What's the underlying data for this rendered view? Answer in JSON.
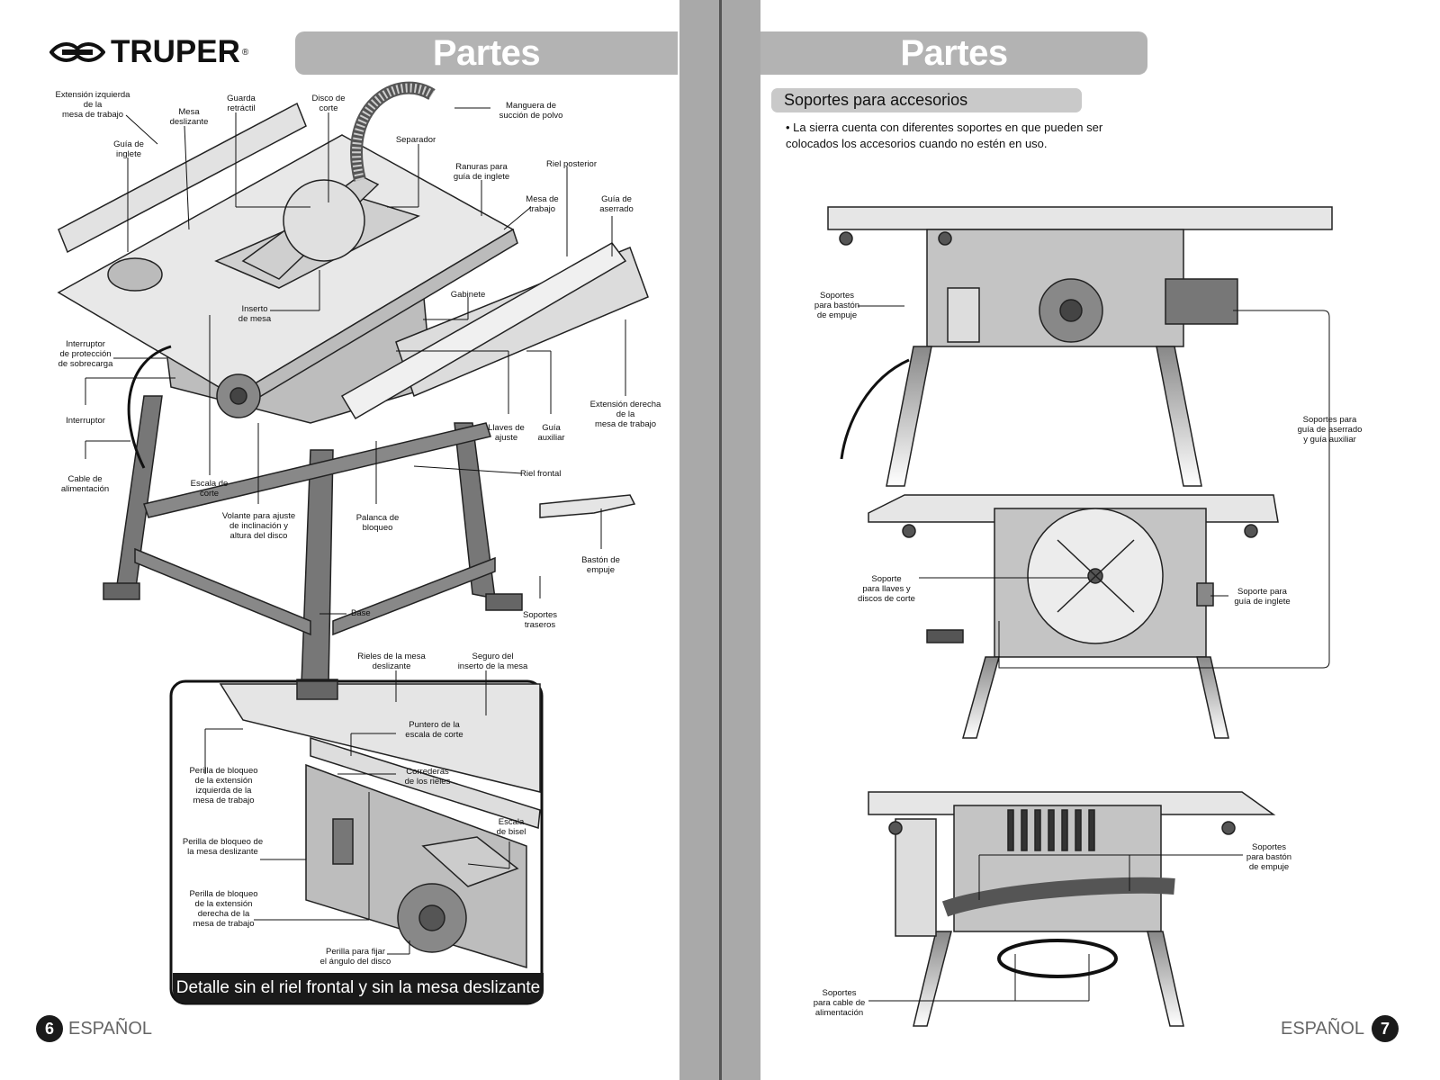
{
  "brand": {
    "name": "TRUPER",
    "reg": "®"
  },
  "left_page": {
    "title": "Partes",
    "labels": {
      "ext_izq": "Extensión izquierda\nde la\nmesa de trabajo",
      "mesa_desl": "Mesa\ndeslizante",
      "guarda": "Guarda\nretráctil",
      "disco": "Disco de\ncorte",
      "manguera": "Manguera de\nsucción de polvo",
      "guia_inglete": "Guía de\ninglete",
      "separador": "Separador",
      "ranuras": "Ranuras para\nguía de inglete",
      "riel_post": "Riel posterior",
      "mesa_trabajo": "Mesa de\ntrabajo",
      "guia_aserrado": "Guía de\naserrado",
      "inserto": "Inserto\nde mesa",
      "gabinete": "Gabinete",
      "interruptor_prot": "Interruptor\nde protección\nde sobrecarga",
      "interruptor": "Interruptor",
      "ext_der": "Extensión derecha\nde la\nmesa de trabajo",
      "llaves": "Llaves de\najuste",
      "guia_aux": "Guía\nauxiliar",
      "cable": "Cable de\nalimentación",
      "escala_corte": "Escala de\ncorte",
      "riel_frontal": "Riel frontal",
      "volante": "Volante para ajuste\nde inclinación y\naltura del disco",
      "palanca": "Palanca de\nbloqueo",
      "baston": "Bastón de\nempuje",
      "soportes_tras": "Soportes\ntraseros",
      "base": "Base",
      "rieles_mesa": "Rieles de la mesa\ndeslizante",
      "seguro_inserto": "Seguro del\ninserto de la mesa",
      "puntero": "Puntero de la\nescala de corte",
      "perilla_ext_izq": "Perilla de bloqueo\nde la extensión\nizquierda de la\nmesa de trabajo",
      "correderas": "Correderas\nde los rieles",
      "escala_bisel": "Escala\nde bisel",
      "perilla_mesa": "Perilla de bloqueo de\nla mesa deslizante",
      "perilla_ext_der": "Perilla de bloqueo\nde la extensión\nderecha de la\nmesa de trabajo",
      "perilla_angulo": "Perilla para fijar\nel ángulo del disco"
    },
    "detail_caption": "Detalle sin el riel frontal y sin la mesa deslizante",
    "footer": {
      "page": "6",
      "lang": "ESPAÑOL"
    }
  },
  "right_page": {
    "title": "Partes",
    "section_title": "Soportes para accesorios",
    "body": "• La sierra cuenta con diferentes soportes en que pueden ser colocados los accesorios cuando no estén en uso.",
    "labels": {
      "sop_baston1": "Soportes\npara bastón\nde empuje",
      "sop_aserrado": "Soportes para\nguía de aserrado\ny guía auxiliar",
      "sop_llaves": "Soporte\npara llaves y\ndiscos de corte",
      "sop_inglete": "Soporte para\nguía de inglete",
      "sop_baston2": "Soportes\npara bastón\nde empuje",
      "sop_cable": "Soportes\npara cable de\nalimentación"
    },
    "footer": {
      "page": "7",
      "lang": "ESPAÑOL"
    }
  }
}
